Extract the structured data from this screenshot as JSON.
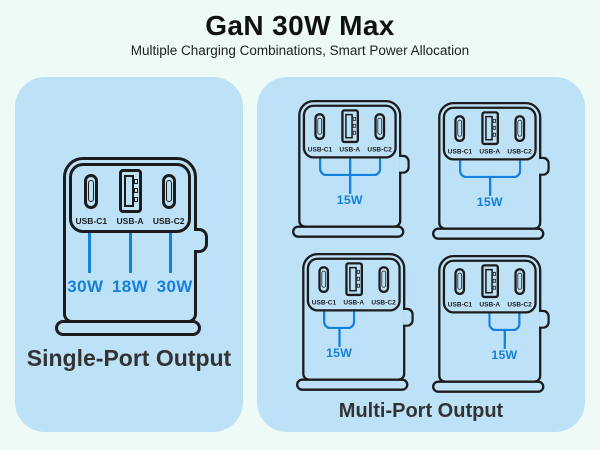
{
  "header": {
    "title": "GaN 30W Max",
    "subtitle": "Multiple Charging Combinations, Smart Power Allocation"
  },
  "colors": {
    "accent_blue": "#1580dd",
    "panel_background": "#bde2f8",
    "canvas_background": "#edfaf5",
    "outline": "#1c1c1c"
  },
  "single_port": {
    "caption": "Single-Port Output",
    "ports": [
      {
        "label": "USB-C1",
        "type": "usb-c",
        "wattage": "30W"
      },
      {
        "label": "USB-A",
        "type": "usb-a",
        "wattage": "18W"
      },
      {
        "label": "USB-C2",
        "type": "usb-c",
        "wattage": "30W"
      }
    ]
  },
  "multi_port": {
    "caption": "Multi-Port Output",
    "port_labels": [
      "USB-C1",
      "USB-A",
      "USB-C2"
    ],
    "combinations": [
      {
        "active_ports": [
          "USB-C1",
          "USB-A",
          "USB-C2"
        ],
        "total": "15W"
      },
      {
        "active_ports": [
          "USB-C1",
          "USB-C2"
        ],
        "total": "15W"
      },
      {
        "active_ports": [
          "USB-C1",
          "USB-A"
        ],
        "total": "15W"
      },
      {
        "active_ports": [
          "USB-A",
          "USB-C2"
        ],
        "total": "15W"
      }
    ]
  }
}
